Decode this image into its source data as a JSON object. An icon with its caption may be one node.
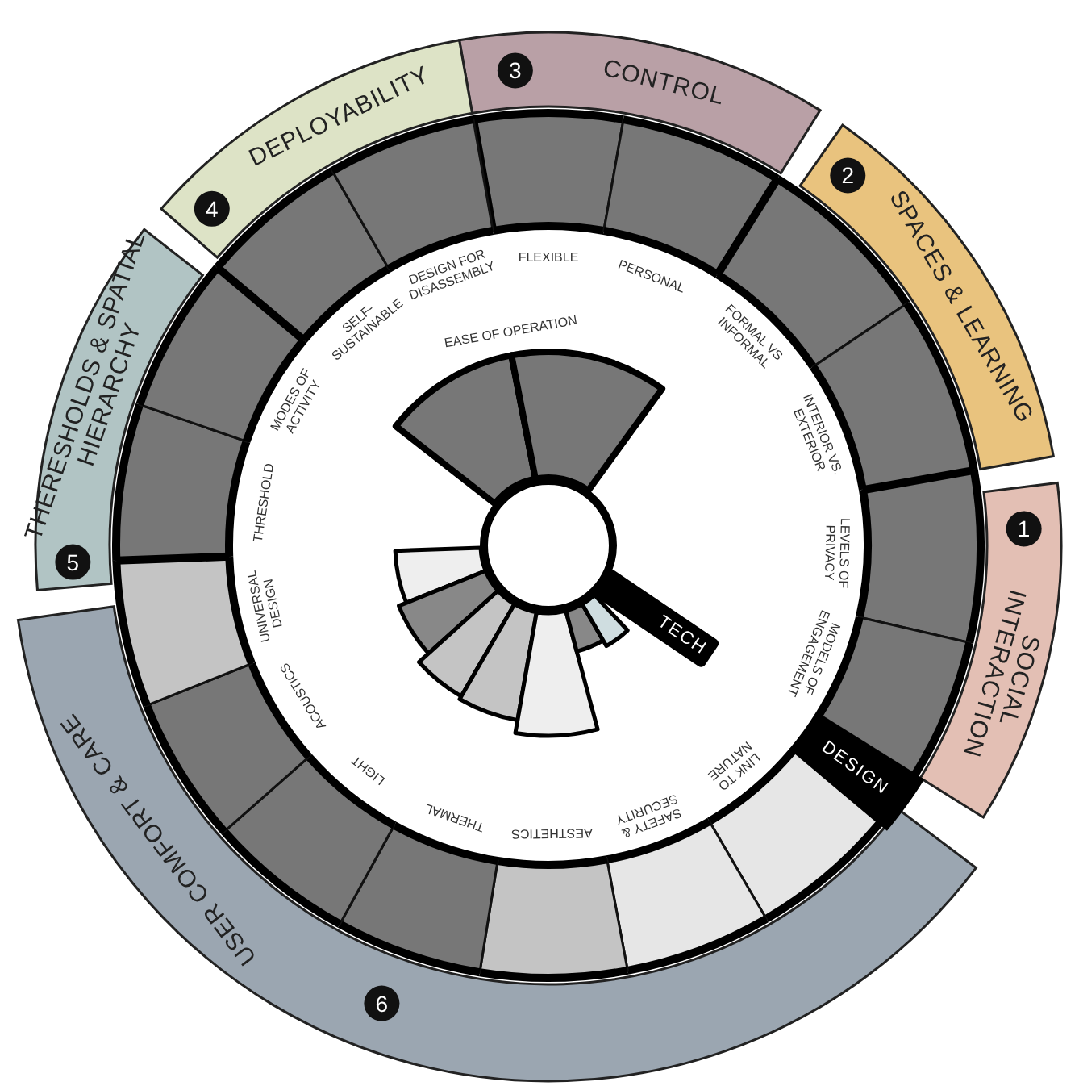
{
  "diagram": {
    "nodes": [
      {
        "text": [
          "CONTROL"
        ]
      },
      {
        "text": [
          "3"
        ],
        "in": 0
      },
      {
        "text": [
          "SPACES & LEARNING"
        ]
      },
      {
        "text": [
          "2"
        ],
        "in": 2
      },
      {
        "text": [
          "SOCIAL INTERACTION"
        ]
      },
      {
        "text": [
          "1"
        ],
        "in": 4
      },
      {
        "text": [
          "USER COMFORT & CARE"
        ]
      },
      {
        "text": [
          "6"
        ],
        "in": 6
      },
      {
        "text": [
          "THERESHOLDS & SPATIAL HIERARCHY"
        ]
      },
      {
        "text": [
          "5"
        ],
        "in": 8
      },
      {
        "text": [
          "DEPLOYABILITY"
        ]
      },
      {
        "text": [
          "4"
        ],
        "in": 10
      },
      {
        "text": [
          "FLEXIBLE"
        ]
      },
      {
        "text": [
          "PERSONAL"
        ]
      },
      {
        "text": [
          "FORMAL VS INFORMAL"
        ]
      },
      {
        "text": [
          "INTERIOR VS. EXTERIOR"
        ]
      },
      {
        "text": [
          "LEVELS OF PRIVACY"
        ]
      },
      {
        "text": [
          "MODELS OF ENGAGEMENT"
        ]
      },
      {
        "text": [
          "LINK TO NATURE"
        ]
      },
      {
        "text": [
          "SAFETY & SECURITY"
        ]
      },
      {
        "text": [
          "AESTHETICS"
        ]
      },
      {
        "text": [
          "THERMAL"
        ]
      },
      {
        "text": [
          "LIGHT"
        ]
      },
      {
        "text": [
          "ACOUSTICS"
        ]
      },
      {
        "text": [
          "UNIVERSAL DESIGN"
        ]
      },
      {
        "text": [
          "THRESHOLD"
        ]
      },
      {
        "text": [
          "MODES OF ACTIVITY"
        ]
      },
      {
        "text": [
          "SELF-SUSTAINABLE"
        ]
      },
      {
        "text": [
          "DESIGN FOR DISASSEMBLY"
        ]
      },
      {
        "text": [
          "DESIGN"
        ]
      },
      {
        "text": [
          "TECH"
        ]
      },
      {
        "text": [],
        "shape": "circle"
      },
      {
        "text": [],
        "shape": "wedge"
      },
      {
        "text": [],
        "shape": "wedge"
      },
      {
        "text": [],
        "shape": "wedge"
      },
      {
        "text": [],
        "shape": "wedge"
      },
      {
        "text": [],
        "shape": "wedge"
      },
      {
        "text": [],
        "shape": "wedge"
      },
      {
        "text": [],
        "shape": "wedge"
      },
      {
        "text": [],
        "shape": "wedge"
      },
      {
        "text": [],
        "shape": "wedge"
      }
    ],
    "labels": [
      "EASE OF OPERATION"
    ]
  }
}
